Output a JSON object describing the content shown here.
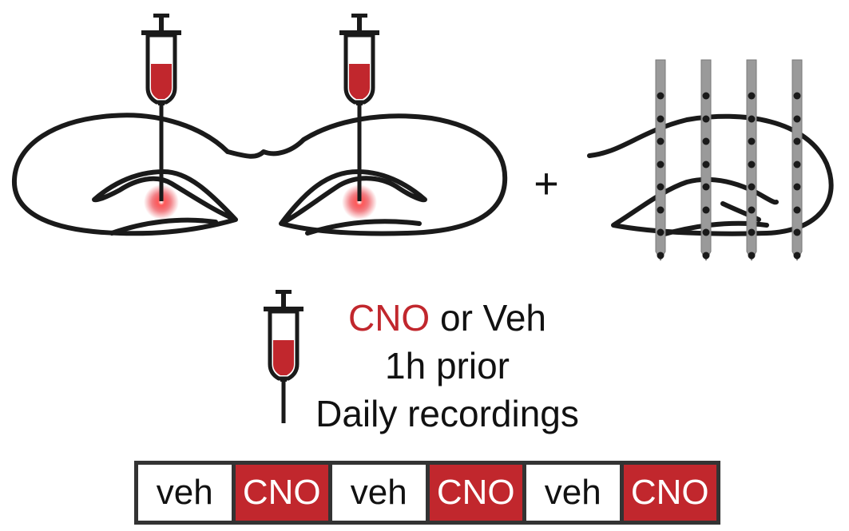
{
  "plus_sign": "+",
  "legend": {
    "drug_a": "CNO",
    "connector": " or Veh",
    "timing": "1h prior",
    "schedule_note": "Daily recordings"
  },
  "schedule": [
    {
      "label": "veh",
      "kind": "vehicle"
    },
    {
      "label": "CNO",
      "kind": "drug"
    },
    {
      "label": "veh",
      "kind": "vehicle"
    },
    {
      "label": "CNO",
      "kind": "drug"
    },
    {
      "label": "veh",
      "kind": "vehicle"
    },
    {
      "label": "CNO",
      "kind": "drug"
    }
  ],
  "colors": {
    "drug_red": "#c1272d",
    "outline": "#1a1a1a",
    "probe_gray": "#9a9a9a",
    "injection_glow": "#e8202a"
  },
  "icons": [
    "syringe-icon",
    "brain-section",
    "silicon-probe"
  ]
}
